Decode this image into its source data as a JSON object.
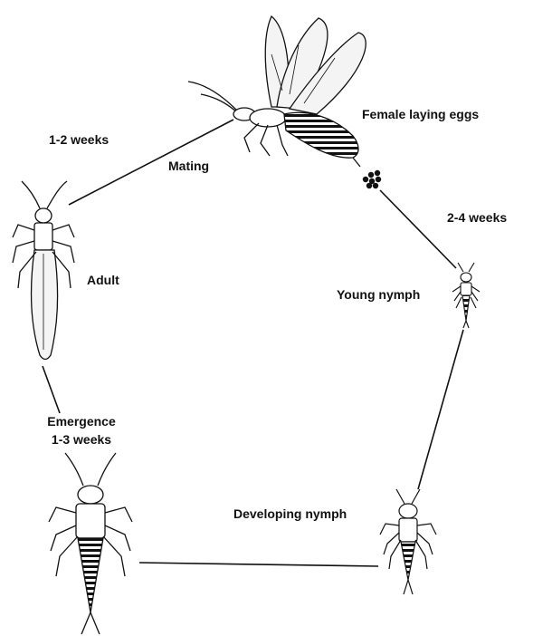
{
  "diagram": {
    "stages": {
      "mating": "Mating",
      "female": "Female laying eggs",
      "young": "Young nymph",
      "developing": "Developing nymph",
      "emergence": "Emergence",
      "adult": "Adult"
    },
    "durations": {
      "adult_to_mating": "1-2 weeks",
      "egg_to_young": "2-4 weeks",
      "emergence": "1-3 weeks"
    }
  },
  "colors": {
    "line": "#111111",
    "ink": "#111111",
    "wing_fill": "#f4f4f4",
    "body_fill": "#ffffff"
  },
  "icons": [
    "mayfly-adult-icon",
    "egg-cluster-icon",
    "young-nymph-icon",
    "developing-nymph-icon",
    "mature-nymph-icon",
    "winged-adult-icon"
  ]
}
